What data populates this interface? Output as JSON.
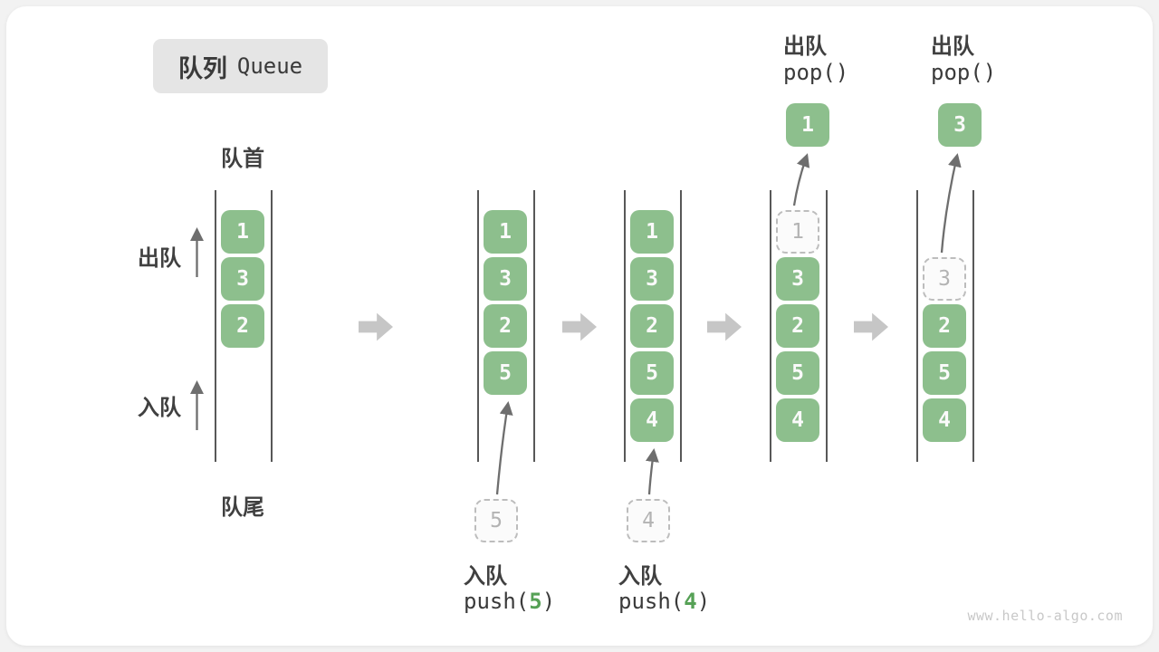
{
  "title": {
    "zh": "队列",
    "en": "Queue"
  },
  "labels": {
    "front": "队首",
    "rear": "队尾",
    "dequeue": "出队",
    "enqueue": "入队"
  },
  "watermark": "www.hello-algo.com",
  "colors": {
    "block_green": "#8dbf8d",
    "accent_green": "#56a156",
    "text_dark": "#3a3a3a",
    "ghost_gray": "#b3b3b3",
    "op_arrow_gray": "#6e6e6e",
    "flow_arrow_gray": "#c6c6c6",
    "title_box_bg": "#e5e5e5"
  },
  "columns": [
    {
      "start_row": 0,
      "cells": [
        {
          "value": "1"
        },
        {
          "value": "3"
        },
        {
          "value": "2"
        }
      ]
    },
    {
      "start_row": 0,
      "cells": [
        {
          "value": "1"
        },
        {
          "value": "3"
        },
        {
          "value": "2"
        },
        {
          "value": "5"
        }
      ],
      "incoming": {
        "value": "5",
        "op_label": "入队",
        "call_pre": "push(",
        "call_arg": "5",
        "call_post": ")"
      }
    },
    {
      "start_row": 0,
      "cells": [
        {
          "value": "1"
        },
        {
          "value": "3"
        },
        {
          "value": "2"
        },
        {
          "value": "5"
        },
        {
          "value": "4"
        }
      ],
      "incoming": {
        "value": "4",
        "op_label": "入队",
        "call_pre": "push(",
        "call_arg": "4",
        "call_post": ")"
      }
    },
    {
      "start_row": 0,
      "cells": [
        {
          "value": "1",
          "ghost": true
        },
        {
          "value": "3"
        },
        {
          "value": "2"
        },
        {
          "value": "5"
        },
        {
          "value": "4"
        }
      ],
      "outgoing": {
        "value": "1",
        "op_label": "出队",
        "call": "pop()"
      }
    },
    {
      "start_row": 1,
      "cells": [
        {
          "value": "3",
          "ghost": true
        },
        {
          "value": "2"
        },
        {
          "value": "5"
        },
        {
          "value": "4"
        }
      ],
      "outgoing": {
        "value": "3",
        "op_label": "出队",
        "call": "pop()"
      }
    }
  ],
  "flow_arrows": {
    "count": 4,
    "direction": "right"
  }
}
